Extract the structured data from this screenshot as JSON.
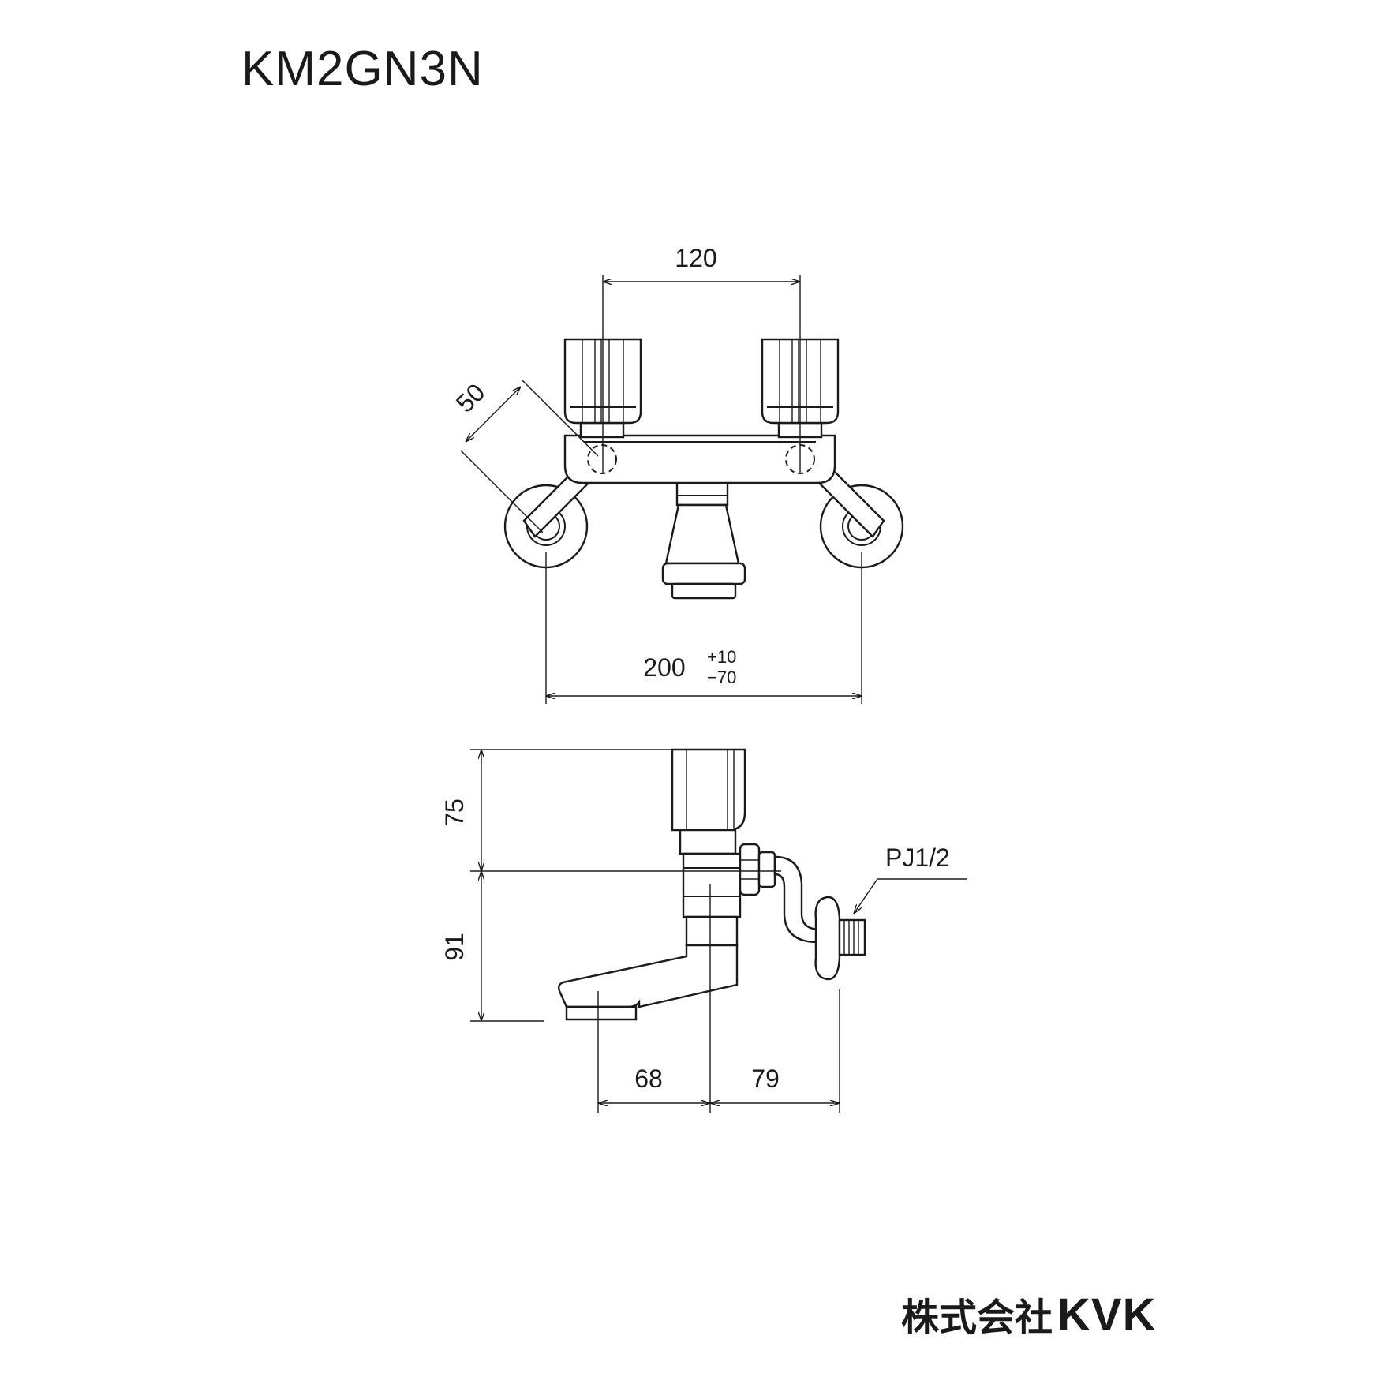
{
  "title": "KM2GN3N",
  "brand": {
    "company_jp": "株式会社",
    "company_en": "KVK"
  },
  "front_view": {
    "dim_handle_spacing": "120",
    "dim_angle": "50",
    "dim_width": "200",
    "dim_tol_plus": "+10",
    "dim_tol_minus": "−70"
  },
  "side_view": {
    "dim_upper_height": "75",
    "dim_lower_height": "91",
    "dim_spout": "68",
    "dim_wall": "79",
    "connection_label": "PJ1/2"
  }
}
